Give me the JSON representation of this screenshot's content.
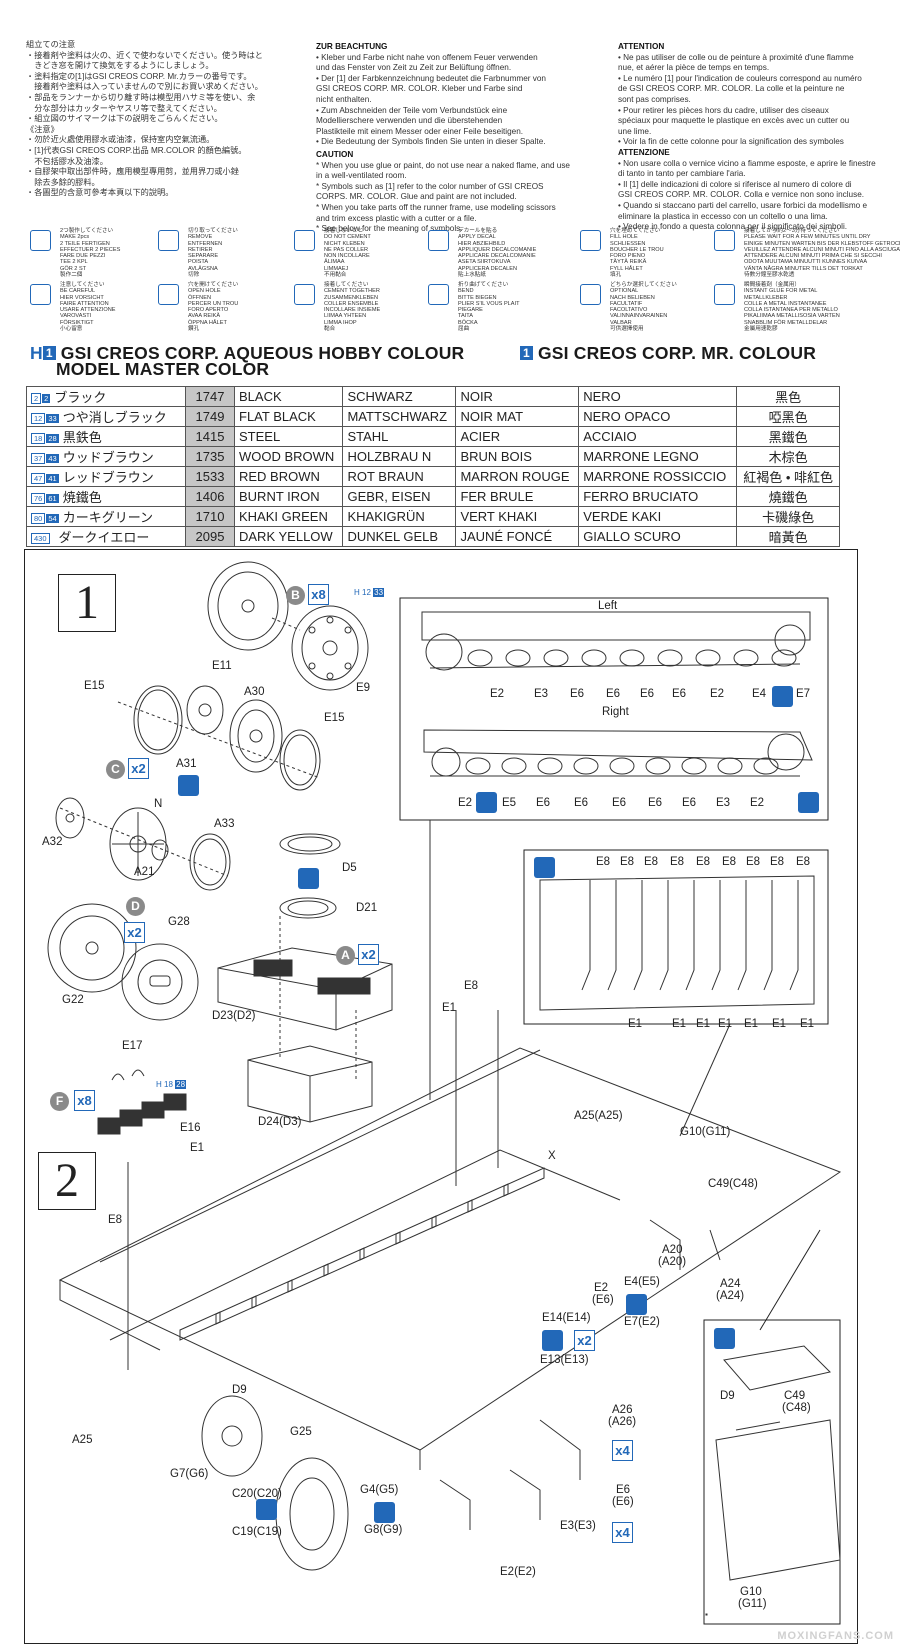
{
  "notes_jp": [
    "組立ての注意",
    "・接着剤や塗料は火の、近くで使わないでください。使う時はと",
    "　きどき窓を開けて換気をするようにしましょう。",
    "・塗料指定の[1]はGSI CREOS CORP. Mr.カラーの番号です。",
    "　接着剤や塗料は入っていませんので別にお買い求めください。",
    "・部品をランナーから切り離す時は模型用ハサミ等を使い、余",
    "　分な部分はカッターやヤスリ等で整えてください。",
    "・組立図のサイマークは下の説明をごらんください。",
    "《注意》",
    "・勿於近火處使用膠水或油漆，保持室内空氣流通。",
    "・[1]代表GSI CREOS CORP.出品 MR.COLOR 的顏色編號。",
    "　不包括膠水及油漆。",
    "・自膠架中取出部件時，應用模型專用剪，並用界刀或小銼",
    "　除去多餘的膠料。",
    "・各圖型的含意可參考本頁以下的說明。"
  ],
  "notes_de": {
    "title": "ZUR BEACHTUNG",
    "lines": [
      "• Kleber und Farbe nicht nahe von offenem Feuer verwenden",
      "  und das Fenster von Zeit zu Zeit zur Belüftung öffnen.",
      "• Der [1] der Farbkennzeichnung bedeutet die Farbnummer von",
      "  GSI CREOS CORP. MR. COLOR. Kleber und Farbe sind",
      "  nicht enthalten.",
      "• Zum Abschneiden der Teile vom Verbundstück eine",
      "  Modellierschere verwenden und die überstehenden",
      "  Plastikteile mit einem Messer oder einer Feile beseitigen.",
      "• Die Bedeutung der Symbols finden Sie unten in dieser Spalte."
    ]
  },
  "notes_en": {
    "title": "CAUTION",
    "lines": [
      "* When you use glue or paint, do not use near a naked flame, and use",
      "  in a well-ventilated room.",
      "* Symbols such as [1] refer to the color number of GSI CREOS",
      "  CORPS. MR. COLOR. Glue and paint are not included.",
      "* When you take parts off the runner frame, use modeling scissors",
      "  and trim excess plastic with a cutter or a file.",
      "* See below for the meaning of symbols."
    ]
  },
  "notes_fr": {
    "title": "ATTENTION",
    "lines": [
      "• Ne pas utiliser de colle ou de peinture à proximité d'une flamme",
      "  nue, et aérer la pièce de temps en temps.",
      "• Le numéro [1] pour l'indication de couleurs correspond au numéro",
      "  de GSI CREOS CORP. MR. COLOR. La colle et la peinture ne",
      "  sont pas comprises.",
      "• Pour retirer les pièces hors du cadre, utiliser des ciseaux",
      "  spéciaux pour maquette le plastique en excès avec un cutter ou",
      "  une lime.",
      "• Voir la fin de cette colonne pour la signification des symboles"
    ]
  },
  "notes_it": {
    "title": "ATTENZIONE",
    "lines": [
      "• Non usare colla o vernice vicino a fiamme esposte, e aprire le finestre",
      "  di tanto in tanto per cambiare l'aria.",
      "• Il [1] delle indicazioni di colore si riferisce al numero di colore di",
      "  GSI CREOS CORP. MR. COLOR. Colla e vernice non sono incluse.",
      "• Quando si staccano parti del carrello, usare forbici da modellismo e",
      "  eliminare la plastica in eccesso con un coltello o una lima.",
      "• Vedere in fondo a questa colonna per il significato dei simboli."
    ]
  },
  "symbols": [
    {
      "icon": "x2-icon",
      "lines": [
        "2つ製作してください",
        "MAKE 2pcs",
        "2 TEILE FERTIGEN",
        "EFFECTUER 2 PIECES",
        "FARE DUE PEZZI",
        "TEE 2 KPL",
        "GÖR 2 ST",
        "製作二個"
      ]
    },
    {
      "icon": "remove-icon",
      "lines": [
        "切り取ってください",
        "REMOVE",
        "ENTFERNEN",
        "RETIRER",
        "SEPARARE",
        "POISTA",
        "AVLÄGSNA",
        "切除"
      ]
    },
    {
      "icon": "no-cement-icon",
      "lines": [
        "接着しないこと",
        "DO NOT CEMENT",
        "NICHT KLEBEN",
        "NE PAS COLLER",
        "NON INCOLLARE",
        "ÄLIMAA",
        "LIMMAEJ",
        "不用黏合"
      ]
    },
    {
      "icon": "decal-icon",
      "lines": [
        "デカールを貼る",
        "APPLY DECAL",
        "HIER ABZIEHBILD",
        "APPLIQUER DECALCOMANIE",
        "APPLICARE DECALCOMANIE",
        "ASETA SIIRTOKUVA",
        "APPLICERA DECALEN",
        "貼上水貼紙"
      ]
    },
    {
      "icon": "fill-hole-icon",
      "lines": [
        "穴を埋めてください",
        "FILL HOLE",
        "SCHLIESSEN",
        "BOUCHER LE TROU",
        "FORO PIENO",
        "TÄYTÄ REIKÄ",
        "FYLL HÅLET",
        "填孔"
      ]
    },
    {
      "icon": "wait-icon",
      "lines": [
        "接着してから約2〜3分待ってください",
        "PLEASE WAIT FOR A FEW MINUTES UNTIL DRY",
        "EINIGE MINUTEN WARTEN BIS DER KLEBSTOFF GETROCKNET IST",
        "VEUILLEZ ATTENDRE ALCUNI MINUTI FINO ALLA ASCIUGATURA",
        "ATTENDERE ALCUNI MINUTI PRIMA CHE SI SECCHI",
        "ODOTA MUUTAMA MINUUTTI KUNNES KUIVAA",
        "VÄNTA NÅGRA MINUTER TILLS DET TORKAT",
        "待數分鐘至膠水乾透"
      ]
    },
    {
      "icon": "careful-icon",
      "lines": [
        "注意してください",
        "BE CAREFUL",
        "HIER VORSICHT",
        "FAIRE ATTENTION",
        "USARE ATTENZIONE",
        "VAROVASTI",
        "FÖRSIKTIGT",
        "小心留意"
      ]
    },
    {
      "icon": "open-hole-icon",
      "lines": [
        "穴を開けてください",
        "OPEN HOLE",
        "ÖFFNEN",
        "PERCER UN TROU",
        "FORO APERTO",
        "AVAA REIKÄ",
        "ÖPPNA HÅLET",
        "鑽孔"
      ]
    },
    {
      "icon": "cement-icon",
      "lines": [
        "接着してください",
        "CEMENT TOGETHER",
        "ZUSAMMENKLEBEN",
        "COLLER ENSEMBLE",
        "INCOLLARE INSIEME",
        "LIIMAA YHTEEN",
        "LIMMA IHOP",
        "黏合"
      ]
    },
    {
      "icon": "bend-icon",
      "lines": [
        "折り曲げてください",
        "BEND",
        "BITTE BIEGEN",
        "PLIER S'IL VOUS PLAIT",
        "PIEGARE",
        "TAITA",
        "BÖCKA",
        "屈曲"
      ]
    },
    {
      "icon": "optional-icon",
      "lines": [
        "どちらか選択してください",
        "OPTIONAL",
        "NACH BELIEBEN",
        "FACULTATIF",
        "FACOLTATIVO",
        "VALINNAINVARAINEN",
        "VALBAR",
        "可供選擇使用"
      ]
    },
    {
      "icon": "metal-glue-icon",
      "lines": [
        "瞬間接着剤（金属用）",
        "INSTANT GLUE FOR METAL",
        "METALLKLEBER",
        "COLLE A METAL INSTANTANEE",
        "COLLA ISTANTANEA PER METALLO",
        "PIKALIIMAA METALLISOSIA VARTEN",
        "SNABBLIM FÖR METALLDELAR",
        "金屬用速乾膠"
      ]
    }
  ],
  "colour_header": {
    "aqueous_chip": "H",
    "aqueous_num": "1",
    "aqueous": "GSI CREOS CORP. AQUEOUS HOBBY COLOUR",
    "mr_num": "1",
    "mr": "GSI CREOS CORP. MR. COLOUR",
    "model_master": "MODEL MASTER COLOR"
  },
  "paints": [
    {
      "h": "2",
      "mr": "2",
      "jp": "ブラック",
      "mm": "1747",
      "en": "BLACK",
      "de": "SCHWARZ",
      "fr": "NOIR",
      "it": "NERO",
      "zh": "黑色"
    },
    {
      "h": "12",
      "mr": "33",
      "jp": "つや消しブラック",
      "mm": "1749",
      "en": "FLAT BLACK",
      "de": "MATTSCHWARZ",
      "fr": "NOIR MAT",
      "it": "NERO OPACO",
      "zh": "啞黑色"
    },
    {
      "h": "18",
      "mr": "28",
      "jp": "黒鉄色",
      "mm": "1415",
      "en": "STEEL",
      "de": "STAHL",
      "fr": "ACIER",
      "it": "ACCIAIO",
      "zh": "黑鐵色"
    },
    {
      "h": "37",
      "mr": "43",
      "jp": "ウッドブラウン",
      "mm": "1735",
      "en": "WOOD BROWN",
      "de": "HOLZBRAU N",
      "fr": "BRUN BOIS",
      "it": "MARRONE LEGNO",
      "zh": "木棕色"
    },
    {
      "h": "47",
      "mr": "41",
      "jp": "レッドブラウン",
      "mm": "1533",
      "en": "RED BROWN",
      "de": "ROT BRAUN",
      "fr": "MARRON ROUGE",
      "it": "MARRONE ROSSICCIO",
      "zh": "紅褐色 • 啡紅色"
    },
    {
      "h": "76",
      "mr": "61",
      "jp": "焼鐵色",
      "mm": "1406",
      "en": "BURNT IRON",
      "de": "GEBR, EISEN",
      "fr": "FER BRULE",
      "it": "FERRO BRUCIATO",
      "zh": "燒鐵色"
    },
    {
      "h": "80",
      "mr": "54",
      "jp": "カーキグリーン",
      "mm": "1710",
      "en": "KHAKI GREEN",
      "de": "KHAKIGRÜN",
      "fr": "VERT KHAKI",
      "it": "VERDE KAKI",
      "zh": "卡磯綠色"
    },
    {
      "h": "430",
      "mr": "",
      "jp": "ダークイエロー",
      "mm": "2095",
      "en": "DARK YELLOW",
      "de": "DUNKEL GELB",
      "fr": "JAUNÉ FONCÉ",
      "it": "GIALLO SCURO",
      "zh": "暗黃色"
    }
  ],
  "step1": {
    "number": "1",
    "labels": {
      "e11": "E11",
      "e9": "E9",
      "b": "B",
      "b_x": "x8",
      "b_h": "H",
      "b_h_num": "12",
      "b_mr": "33",
      "e15a": "E15",
      "a30": "A30",
      "e15b": "E15",
      "c": "C",
      "c_x": "x2",
      "a31": "A31",
      "n": "N",
      "a32": "A32",
      "a33": "A33",
      "a21": "A21",
      "d5": "D5",
      "d21": "D21",
      "a": "A",
      "a_x": "x2",
      "d": "D",
      "d_x": "x2",
      "g28": "G28",
      "g22": "G22",
      "d23": "D23(D2)",
      "d24": "D24(D3)"
    }
  },
  "track_views": {
    "left_title": "Left",
    "right_title": "Right",
    "left_parts": [
      "E2",
      "E3",
      "E6",
      "E6",
      "E6",
      "E6",
      "E2",
      "E4",
      "E7"
    ],
    "right_parts": [
      "E2",
      "E5",
      "E6",
      "E6",
      "E6",
      "E6",
      "E6",
      "E3",
      "E2"
    ]
  },
  "detail_e": {
    "top": [
      "E8",
      "E8",
      "E8",
      "E8",
      "E8",
      "E8",
      "E8",
      "E8",
      "E8"
    ],
    "bottom": [
      "E1",
      "E1",
      "E1",
      "E1",
      "E1",
      "E1",
      "E1"
    ]
  },
  "step2": {
    "number": "2",
    "labels": {
      "e17": "E17",
      "f": "F",
      "f_x": "x8",
      "f_h": "H",
      "f_h_num": "18",
      "f_mr": "28",
      "e16": "E16",
      "e1a": "E1",
      "e8a": "E8",
      "e1b": "E1",
      "e8b": "E8",
      "a25a": "A25(A25)",
      "x": "X",
      "g10": "G10(G11)",
      "c49": "C49(C48)",
      "a20": "A20",
      "a20b": "(A20)",
      "a24": "A24",
      "a24b": "(A24)",
      "e2": "E2",
      "e2b": "(E6)",
      "e4": "E4(E5)",
      "e7": "E7(E2)",
      "e14": "E14(E14)",
      "e13": "E13(E13)",
      "x2": "x2",
      "d9": "D9",
      "g25": "G25",
      "a25b": "A25",
      "g7": "G7(G6)",
      "c20": "C20(C20)",
      "c19": "C19(C19)",
      "g4": "G4(G5)",
      "g8": "G8(G9)",
      "e2e2": "E2(E2)",
      "e3e3": "E3(E3)",
      "a26": "A26",
      "a26b": "(A26)",
      "x4a": "x4",
      "e6": "E6",
      "e6b": "(E6)",
      "x4b": "x4"
    },
    "inset": {
      "d9": "D9",
      "c49": "C49",
      "c48": "(C48)",
      "g10": "G10",
      "g11": "(G11)"
    }
  },
  "watermark": "MOXINGFANS.COM"
}
